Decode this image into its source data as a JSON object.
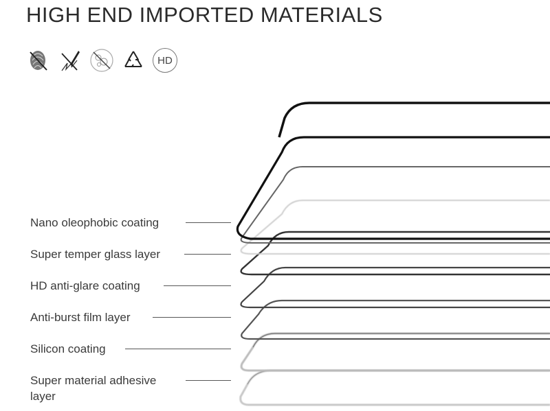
{
  "title": "HIGH END IMPORTED MATERIALS",
  "icons": [
    {
      "name": "anti-fingerprint-icon"
    },
    {
      "name": "scratch-resistant-icon"
    },
    {
      "name": "anti-bubble-icon"
    },
    {
      "name": "recycle-icon"
    },
    {
      "name": "hd-icon",
      "label": "HD"
    }
  ],
  "layers": [
    {
      "label": "Nano oleophobic coating"
    },
    {
      "label": "Super temper glass layer"
    },
    {
      "label": "HD anti-glare coating"
    },
    {
      "label": "Anti-burst film layer"
    },
    {
      "label": "Silicon coating"
    },
    {
      "label": "Super material adhesive",
      "label2": "layer"
    }
  ],
  "colors": {
    "text": "#3a3a3a",
    "glass_edge": "#1a1a1a",
    "soft_edge": "#b5b5b5"
  }
}
